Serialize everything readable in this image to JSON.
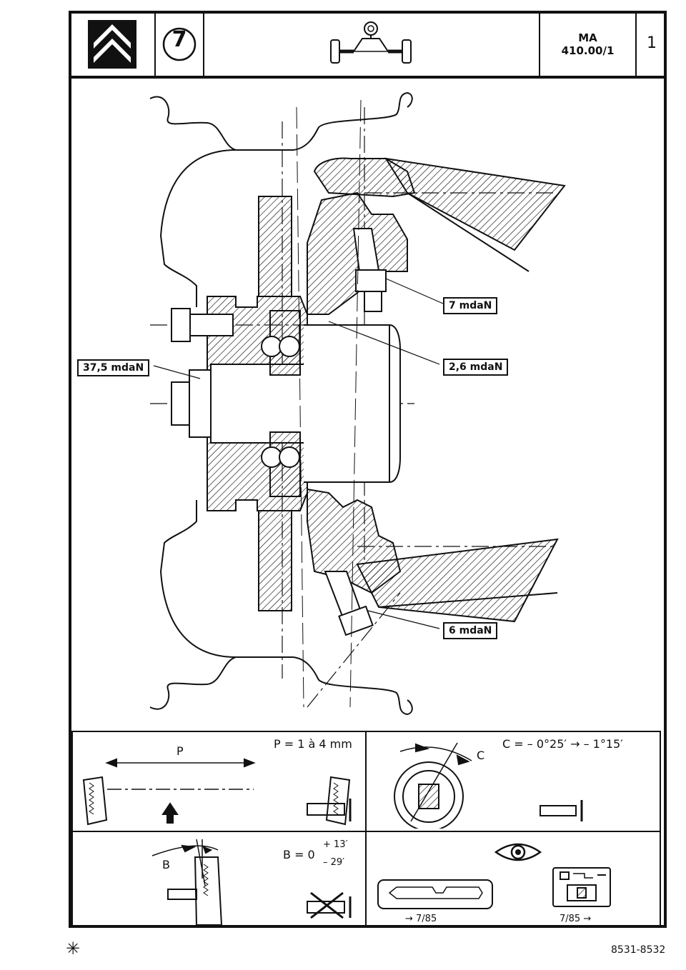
{
  "header": {
    "step_number": "7",
    "code_line1": "MA",
    "code_line2": "410.00/1",
    "page_number": "1"
  },
  "torques": {
    "t1": "7 mdaN",
    "t2": "2,6 mdaN",
    "t3": "37,5 mdaN",
    "t4": "6 mdaN"
  },
  "specs": {
    "p_label": "P",
    "p_spec": "P = 1 à 4 mm",
    "c_label": "C",
    "c_spec": "C = – 0°25′ → – 1°15′",
    "b_label": "B",
    "b_spec": "B = 0",
    "b_plus": "+ 13′",
    "b_minus": "– 29′",
    "ref_left": "→ 7/85",
    "ref_right": "7/85 →"
  },
  "footer": {
    "symbol": "✳",
    "ref": "8531-8532"
  }
}
